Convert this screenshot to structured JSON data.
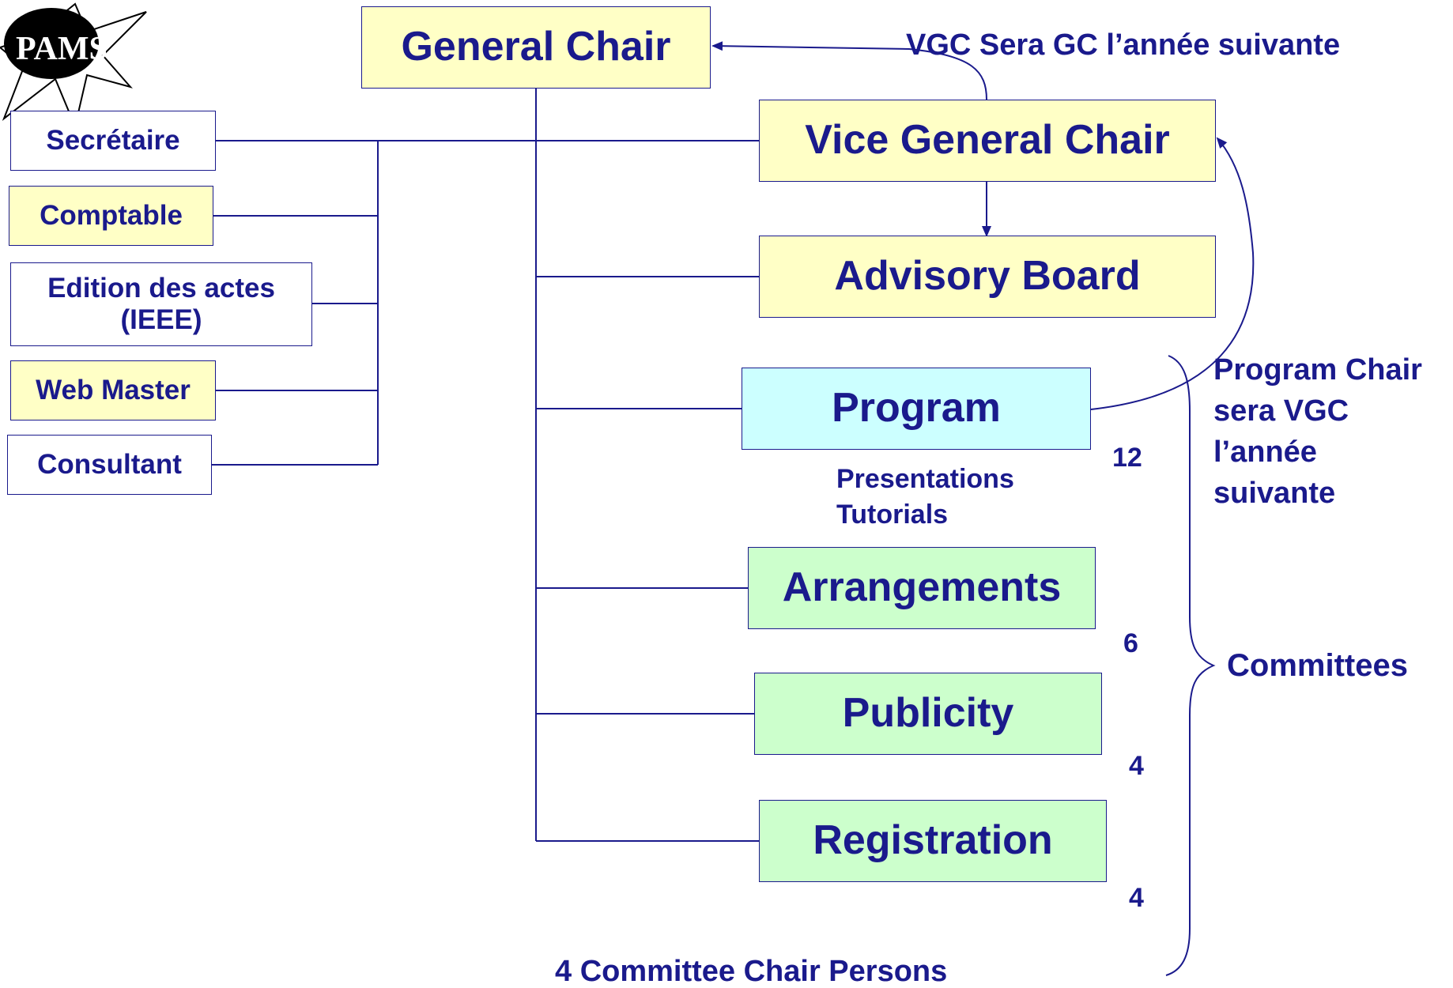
{
  "colors": {
    "line": "#1a1a8c",
    "yellow_box": "#ffffc6",
    "cyan_box": "#ccffff",
    "green_box": "#ccffcc"
  },
  "logo": {
    "icon": "star-burst-logo-icon",
    "text": "PAMS"
  },
  "boxes": {
    "general_chair": "General Chair",
    "vice_general_chair": "Vice General Chair",
    "advisory_board": "Advisory Board",
    "program": "Program",
    "arrangements": "Arrangements",
    "publicity": "Publicity",
    "registration": "Registration",
    "secretaire": "Secrétaire",
    "comptable": "Comptable",
    "edition_line1": "Edition des actes",
    "edition_line2": "(IEEE)",
    "web_master": "Web Master",
    "consultant": "Consultant"
  },
  "annotations": {
    "vgc_note": "VGC Sera GC l’année suivante",
    "program_note": [
      "Program Chair",
      "sera VGC",
      "l’année",
      "suivante"
    ],
    "program_sub": [
      "Presentations",
      "Tutorials"
    ],
    "committees": "Committees",
    "footer": "4 Committee Chair Persons"
  },
  "counts": {
    "program": "12",
    "arrangements": "6",
    "publicity": "4",
    "registration": "4"
  }
}
